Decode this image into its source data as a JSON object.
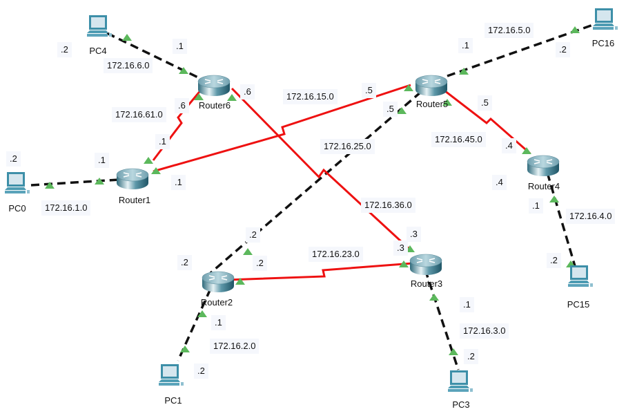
{
  "colors": {
    "serial": "#ee1111",
    "ethernet": "#111111",
    "port_up": "#5cb85c",
    "label_bg": "#f5f7fc"
  },
  "devices": [
    {
      "id": "PC4",
      "name": "PC4",
      "type": "pc"
    },
    {
      "id": "PC0",
      "name": "PC0",
      "type": "pc"
    },
    {
      "id": "PC16",
      "name": "PC16",
      "type": "pc"
    },
    {
      "id": "PC15",
      "name": "PC15",
      "type": "pc"
    },
    {
      "id": "PC1",
      "name": "PC1",
      "type": "pc"
    },
    {
      "id": "PC3",
      "name": "PC3",
      "type": "pc"
    },
    {
      "id": "Router1",
      "name": "Router1",
      "type": "router"
    },
    {
      "id": "Router2",
      "name": "Router2",
      "type": "router"
    },
    {
      "id": "Router3",
      "name": "Router3",
      "type": "router"
    },
    {
      "id": "Router4",
      "name": "Router4",
      "type": "router"
    },
    {
      "id": "Router5",
      "name": "Router5",
      "type": "router"
    },
    {
      "id": "Router6",
      "name": "Router6",
      "type": "router"
    }
  ],
  "links": [
    {
      "from": "PC4",
      "to": "Router6",
      "kind": "ethernet",
      "network": "172.16.6.0"
    },
    {
      "from": "PC0",
      "to": "Router1",
      "kind": "ethernet",
      "network": "172.16.1.0"
    },
    {
      "from": "Router5",
      "to": "PC16",
      "kind": "ethernet",
      "network": "172.16.5.0"
    },
    {
      "from": "Router4",
      "to": "PC15",
      "kind": "ethernet",
      "network": "172.16.4.0"
    },
    {
      "from": "Router2",
      "to": "PC1",
      "kind": "ethernet",
      "network": "172.16.2.0"
    },
    {
      "from": "Router3",
      "to": "PC3",
      "kind": "ethernet",
      "network": "172.16.3.0"
    },
    {
      "from": "Router5",
      "to": "Router2",
      "kind": "ethernet",
      "network": "172.16.25.0"
    },
    {
      "from": "Router6",
      "to": "Router1",
      "kind": "serial",
      "network": "172.16.61.0"
    },
    {
      "from": "Router1",
      "to": "Router5",
      "kind": "serial",
      "network": "172.16.15.0"
    },
    {
      "from": "Router6",
      "to": "Router3",
      "kind": "serial",
      "network": "172.16.36.0"
    },
    {
      "from": "Router5",
      "to": "Router4",
      "kind": "serial",
      "network": "172.16.45.0"
    },
    {
      "from": "Router2",
      "to": "Router3",
      "kind": "serial",
      "network": "172.16.23.0"
    }
  ],
  "labels": {
    "net_6": "172.16.6.0",
    "net_61": "172.16.61.0",
    "net_1": "172.16.1.0",
    "net_15": "172.16.15.0",
    "net_25": "172.16.25.0",
    "net_36": "172.16.36.0",
    "net_5": "172.16.5.0",
    "net_45": "172.16.45.0",
    "net_4": "172.16.4.0",
    "net_23": "172.16.23.0",
    "net_2": "172.16.2.0",
    "net_3": "172.16.3.0",
    "pc4_host": ".2",
    "r6_lan": ".1",
    "r6_s61": ".6",
    "r6_s36": ".6",
    "r1_s61": ".1",
    "r1_s15": ".1",
    "r1_lan": ".1",
    "pc0_host": ".2",
    "r5_s15": ".5",
    "r5_e25": ".5",
    "r5_lan": ".1",
    "pc16_host": ".2",
    "r5_s45": ".5",
    "r4_s45": ".4",
    "r4_extra": ".4",
    "r4_lan": ".1",
    "pc15_host": ".2",
    "r3_s36": ".3",
    "r3_s23": ".3",
    "r3_lan": ".1",
    "pc3_host": ".2",
    "r2_e25": ".2",
    "r2_s23": ".2",
    "r2_extra": ".2",
    "r2_lan": ".1",
    "pc1_host": ".2"
  }
}
